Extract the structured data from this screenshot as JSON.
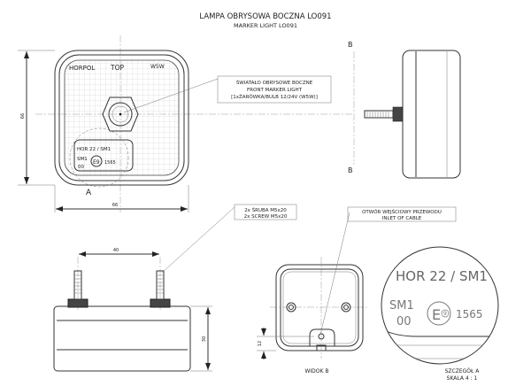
{
  "title": {
    "main": "LAMPA OBRYSOWA BOCZNA LO091",
    "sub": "MARKER LIGHT LO091"
  },
  "front_view": {
    "marks": {
      "brand": "HORPOL",
      "top": "TOP",
      "bulb": "W5W"
    },
    "plate": {
      "code": "HOR 22 / SM1",
      "type": "SM1",
      "rev": "00",
      "approval": "E9",
      "number": "1565"
    },
    "dim_height": "66",
    "dim_width": "66",
    "detail_marker": "A"
  },
  "callouts": {
    "light": [
      "ŚWIATAŁO OBRYSOWE BOCZNE",
      "FRONT MARKER LIGHT",
      "[1xŻARÓWKA/BULB 12/24V (W5W)]"
    ],
    "screw": [
      "2x ŚRUBA M5x20",
      "2x SCREW M5x20"
    ],
    "inlet": [
      "OTWÓR WEJŚCIOWY PRZEWODU",
      "INLET OF CABLE"
    ]
  },
  "section_marker": "B",
  "bottom_view": {
    "dim_spacing": "40",
    "dim_height": "30"
  },
  "view_b": {
    "label": "WIDOK B",
    "dim": "12"
  },
  "detail_a": {
    "code": "HOR 22 / SM1",
    "type": "SM1",
    "rev": "00",
    "approval": "E",
    "approval_sub": "9",
    "number": "1565",
    "label": "SZCZEGÓŁ A",
    "scale": "SKALA 4 : 1"
  }
}
